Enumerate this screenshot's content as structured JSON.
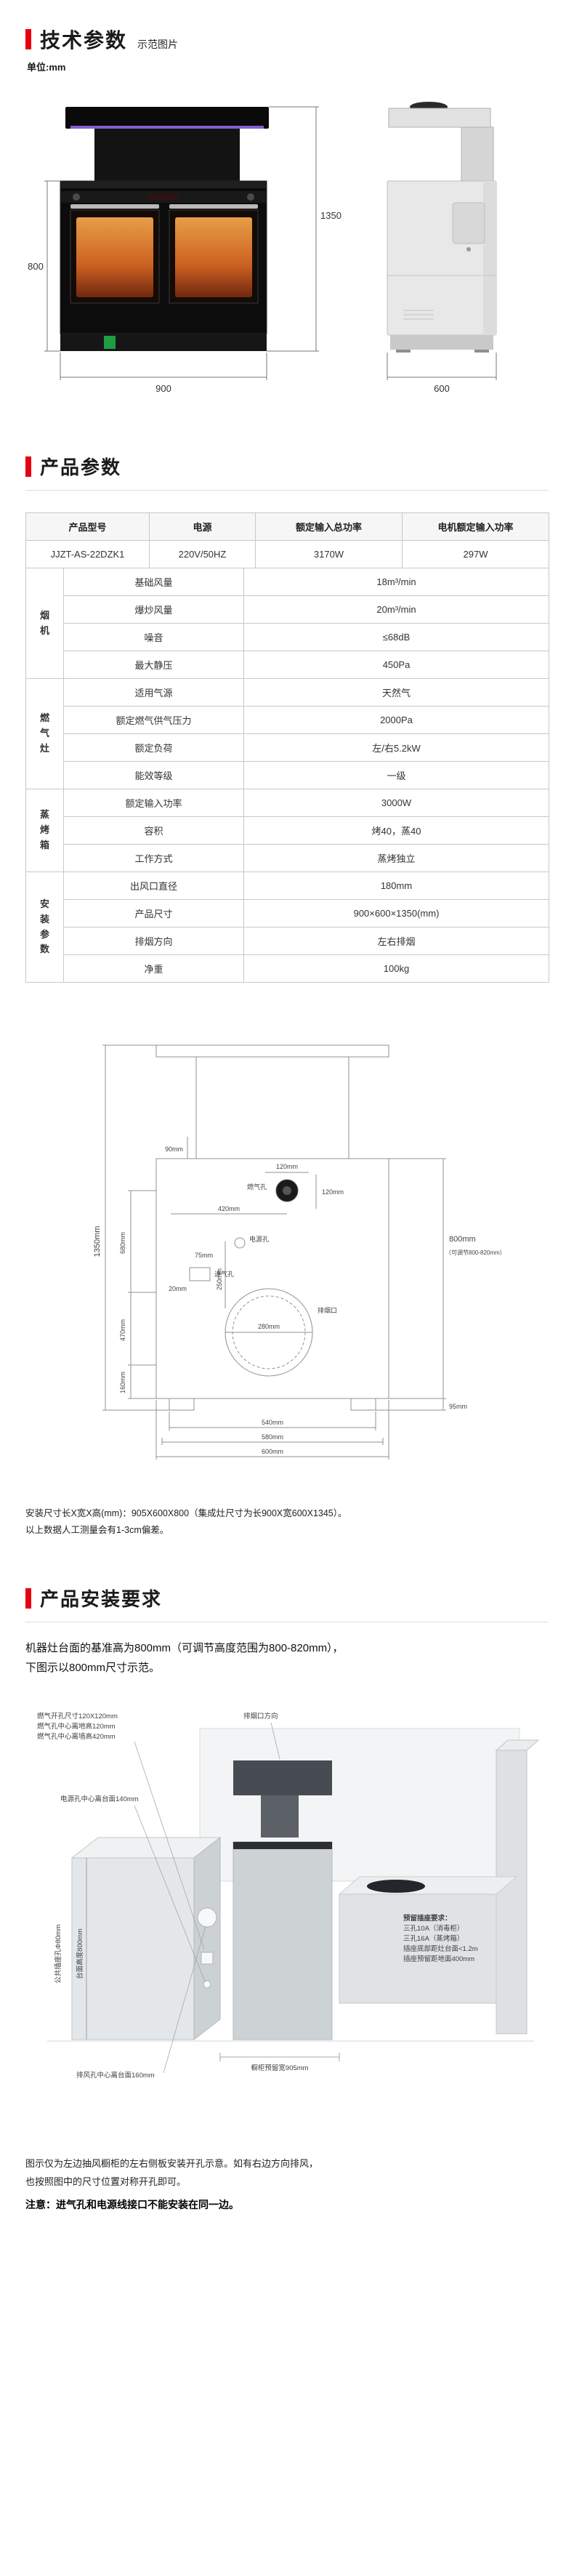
{
  "page": {
    "accent": "#e60012",
    "background": "#ffffff"
  },
  "header": {
    "title": "技术参数",
    "subtitle": "示范图片",
    "unit": "单位:mm"
  },
  "images": {
    "front_height": "1350",
    "front_body_height": "800",
    "front_width": "900",
    "side_width": "600"
  },
  "spec_section_title": "产品参数",
  "spec_table": {
    "header": [
      "产品型号",
      "电源",
      "额定输入总功率",
      "电机额定输入功率"
    ],
    "row": [
      "JJZT-AS-22DZK1",
      "220V/50HZ",
      "3170W",
      "297W"
    ],
    "groups": [
      {
        "category": "烟机",
        "rows": [
          {
            "label": "基础风量",
            "value": "18m³/min"
          },
          {
            "label": "爆炒风量",
            "value": "20m³/min"
          },
          {
            "label": "噪音",
            "value": "≤68dB"
          },
          {
            "label": "最大静压",
            "value": "450Pa"
          }
        ]
      },
      {
        "category": "燃气灶",
        "rows": [
          {
            "label": "适用气源",
            "value": "天然气"
          },
          {
            "label": "额定燃气供气压力",
            "value": "2000Pa"
          },
          {
            "label": "额定负荷",
            "value": "左/右5.2kW"
          },
          {
            "label": "能效等级",
            "value": "一级"
          }
        ]
      },
      {
        "category": "蒸烤箱",
        "rows": [
          {
            "label": "额定输入功率",
            "value": "3000W"
          },
          {
            "label": "容积",
            "value": "烤40，蒸40"
          },
          {
            "label": "工作方式",
            "value": "蒸烤独立"
          }
        ]
      },
      {
        "category": "安装参数",
        "rows": [
          {
            "label": "出风口直径",
            "value": "180mm"
          },
          {
            "label": "产品尺寸",
            "value": "900×600×1350(mm)"
          },
          {
            "label": "排烟方向",
            "value": "左右排烟"
          },
          {
            "label": "净重",
            "value": "100kg"
          }
        ]
      }
    ]
  },
  "drawing": {
    "labels": {
      "overall": "1350mm",
      "seg680": "680mm",
      "seg470": "470mm",
      "seg160": "160mm",
      "top90": "90mm",
      "gas": "燃气孔",
      "gas120a": "120mm",
      "gas120b": "120mm",
      "w420": "420mm",
      "power": "电源孔",
      "p75": "75mm",
      "intake": "进气孔",
      "d20": "20mm",
      "d250": "250mm",
      "exhaust": "排烟口",
      "d280": "280mm",
      "right800": "800mm",
      "rightnote": "（可调节800-820mm）",
      "f95": "95mm",
      "b540": "540mm",
      "b580": "580mm",
      "b600": "600mm"
    },
    "notes": [
      "安装尺寸长X宽X高(mm)：905X600X800（集成灶尺寸为长900X宽600X1345）。",
      "以上数据人工测量会有1-3cm偏差。"
    ]
  },
  "install": {
    "title": "产品安装要求",
    "intro1": "机器灶台面的基准高为800mm（可调节高度范围为800-820mm），",
    "intro2": "下图示以800mm尺寸示范。",
    "diagram": {
      "gas1": "燃气开孔尺寸120X120mm",
      "gas2": "燃气孔中心离地高120mm",
      "gas3": "燃气孔中心离墙高420mm",
      "exhaust": "排烟口方向",
      "power": "电源孔中心离台面140mm",
      "counter": "台面高度800mm",
      "vent": "排风孔中心离台面160mm",
      "publicsocket": "公共插座孔Φ80mm",
      "cabinet": "橱柜预留宽905mm",
      "socket_title": "预留插座要求：",
      "socket1": "三孔10A（消毒柜）",
      "socket2": "三孔16A（蒸烤箱）",
      "socket3": "插座底部距灶台面<1.2m",
      "socket4": "插座预留距地面400mm"
    },
    "note1": "图示仅为左边抽风橱柜的左右侧板安装开孔示意。如有右边方向排风，",
    "note2": "也按照图中的尺寸位置对称开孔即可。",
    "warning": "注意：进气孔和电源线接口不能安装在同一边。"
  }
}
